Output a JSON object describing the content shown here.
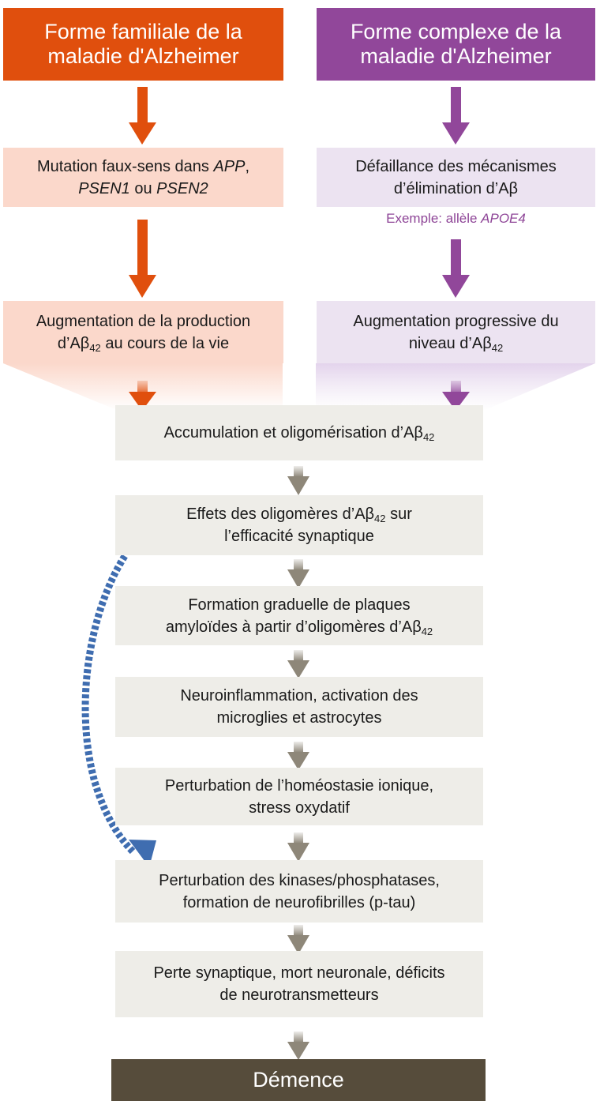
{
  "colors": {
    "familial": "#e04f0d",
    "familial_light": "#fbd8cb",
    "complex": "#91479a",
    "complex_light": "#ece3f1",
    "step_bg": "#eeede8",
    "step_arrow": "#8e8779",
    "dementia": "#564c3b",
    "dashed_arrow": "#3f6db0"
  },
  "familial": {
    "header_line1": "Forme familiale de la",
    "header_line2": "maladie d'Alzheimer",
    "mutation_pre": "Mutation faux-sens dans ",
    "mutation_gene1": "APP",
    "mutation_comma": ",",
    "mutation_gene2": "PSEN1",
    "mutation_or": " ou ",
    "mutation_gene3": "PSEN2",
    "production_line1": "Augmentation de la production",
    "production_pre": "d’Aβ",
    "production_sub": "42",
    "production_post": " au cours de la vie"
  },
  "complex": {
    "header_line1": "Forme complexe de la",
    "header_line2": "maladie d'Alzheimer",
    "failure_line1": "Défaillance des mécanismes",
    "failure_line2": "d’élimination d’Aβ",
    "example_pre": "Exemple: allèle ",
    "example_gene": "APOE4",
    "level_line1": "Augmentation progressive du",
    "level_pre": "niveau d’Aβ",
    "level_sub": "42"
  },
  "cascade": {
    "step1_pre": "Accumulation et oligomérisation d’Aβ",
    "step1_sub": "42",
    "step2_pre": "Effets des oligomères d’Aβ",
    "step2_sub": "42",
    "step2_post": " sur",
    "step2_line2": "l’efficacité synaptique",
    "step3_line1": "Formation graduelle de plaques",
    "step3_pre": "amyloïdes à partir d’oligomères d’Aβ",
    "step3_sub": "42",
    "step4_line1": "Neuroinflammation, activation des",
    "step4_line2": "microglies et astrocytes",
    "step5_line1": "Perturbation de l’homéostasie ionique,",
    "step5_line2": "stress oxydatif",
    "step6_line1": "Perturbation des kinases/phosphatases,",
    "step6_line2": "formation de neurofibrilles (p-tau)",
    "step7_line1": "Perte synaptique, mort neuronale, déficits",
    "step7_line2": "de neurotransmetteurs",
    "outcome": "Démence"
  }
}
